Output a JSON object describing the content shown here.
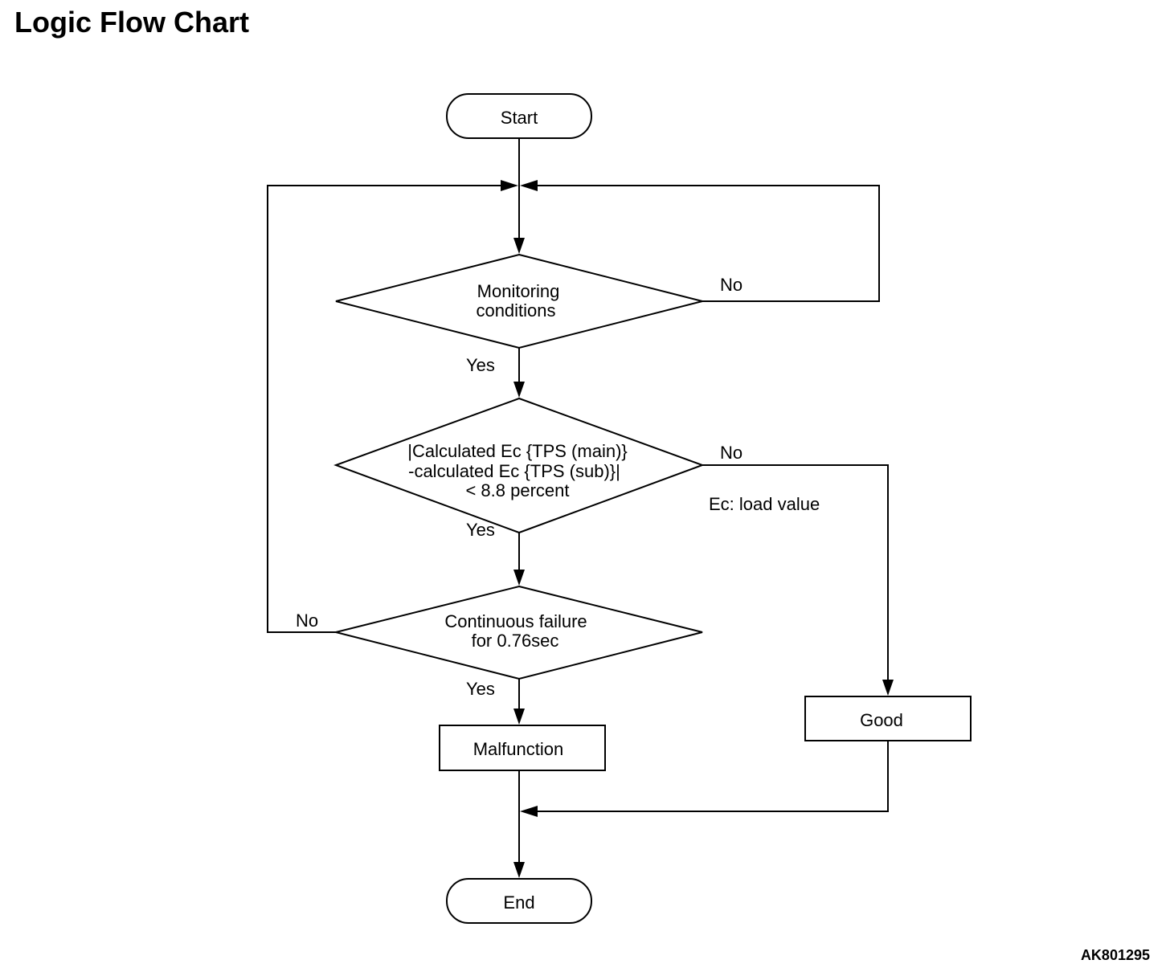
{
  "title": "Logic Flow Chart",
  "figure_id": "AK801295",
  "nodes": {
    "start": "Start",
    "monitoring": [
      "Monitoring",
      "conditions"
    ],
    "calc": [
      "|Calculated Ec {TPS (main)}",
      "-calculated Ec {TPS (sub)}|",
      "< 8.8 percent"
    ],
    "continuous": [
      "Continuous failure",
      "for 0.76sec"
    ],
    "malfunction": "Malfunction",
    "good": "Good",
    "end": "End"
  },
  "branch_labels": {
    "monitoring_no": "No",
    "monitoring_yes": "Yes",
    "calc_no": "No",
    "calc_yes": "Yes",
    "continuous_no": "No",
    "continuous_yes": "Yes"
  },
  "note": "Ec: load value"
}
